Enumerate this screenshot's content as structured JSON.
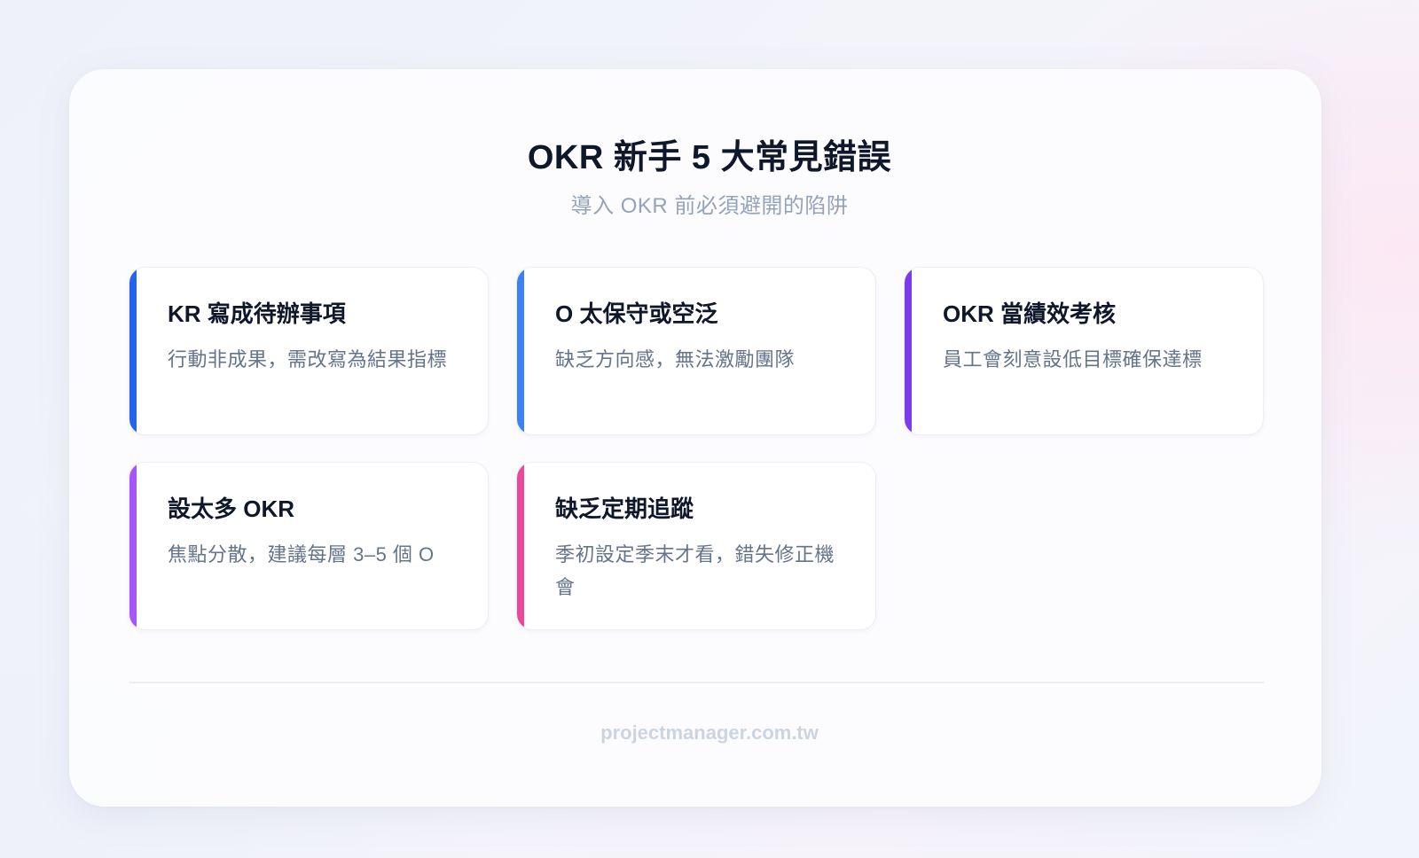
{
  "header": {
    "title": "OKR 新手 5 大常見錯誤",
    "subtitle": "導入 OKR 前必須避開的陷阱"
  },
  "cards": [
    {
      "title": "KR 寫成待辦事項",
      "description": "行動非成果，需改寫為結果指標",
      "accent_color": "#2563eb"
    },
    {
      "title": "O 太保守或空泛",
      "description": "缺乏方向感，無法激勵團隊",
      "accent_color": "#3b82f6"
    },
    {
      "title": "OKR 當績效考核",
      "description": "員工會刻意設低目標確保達標",
      "accent_color": "#7c3aed"
    },
    {
      "title": "設太多 OKR",
      "description": "焦點分散，建議每層 3–5 個 O",
      "accent_color": "#a855f7"
    },
    {
      "title": "缺乏定期追蹤",
      "description": "季初設定季末才看，錯失修正機會",
      "accent_color": "#ec4899"
    }
  ],
  "footer": {
    "text": "projectmanager.com.tw"
  }
}
